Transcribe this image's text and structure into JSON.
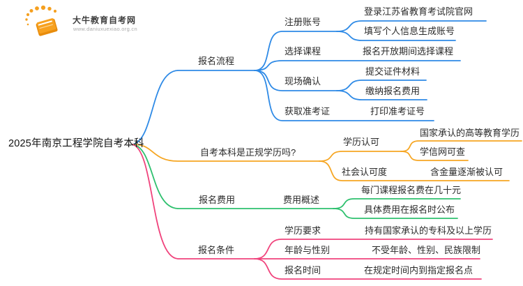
{
  "logo": {
    "title": "大牛教育自考网",
    "url": "www.daniuxuexiao.org.cn",
    "icon": "orange-book-icon",
    "brand_color": "#f5a020"
  },
  "root": {
    "label": "2025年南京工程学院自考本科"
  },
  "colors": {
    "branch1": "#2e8ae6",
    "branch2": "#f6a623",
    "branch3": "#2ec06e",
    "branch4": "#f0437c"
  },
  "branches": [
    {
      "label": "报名流程",
      "color": "#2e8ae6",
      "children": [
        {
          "label": "注册账号",
          "children": [
            {
              "label": "登录江苏省教育考试院官网"
            },
            {
              "label": "填写个人信息生成账号"
            }
          ]
        },
        {
          "label": "选择课程",
          "children": [
            {
              "label": "报名开放期间选择课程"
            }
          ]
        },
        {
          "label": "现场确认",
          "children": [
            {
              "label": "提交证件材料"
            },
            {
              "label": "缴纳报名费用"
            }
          ]
        },
        {
          "label": "获取准考证",
          "children": [
            {
              "label": "打印准考证号"
            }
          ]
        }
      ]
    },
    {
      "label": "自考本科是正规学历吗?",
      "color": "#f6a623",
      "children": [
        {
          "label": "学历认可",
          "children": [
            {
              "label": "国家承认的高等教育学历"
            },
            {
              "label": "学信网可查"
            }
          ]
        },
        {
          "label": "社会认可度",
          "children": [
            {
              "label": "含金量逐渐被认可"
            }
          ]
        }
      ]
    },
    {
      "label": "报名费用",
      "color": "#2ec06e",
      "children": [
        {
          "label": "费用概述",
          "children": [
            {
              "label": "每门课程报名费在几十元"
            },
            {
              "label": "具体费用在报名时公布"
            }
          ]
        }
      ]
    },
    {
      "label": "报名条件",
      "color": "#f0437c",
      "children": [
        {
          "label": "学历要求",
          "children": [
            {
              "label": "持有国家承认的专科及以上学历"
            }
          ]
        },
        {
          "label": "年龄与性别",
          "children": [
            {
              "label": "不受年龄、性别、民族限制"
            }
          ]
        },
        {
          "label": "报名时间",
          "children": [
            {
              "label": "在规定时间内到指定报名点"
            }
          ]
        }
      ]
    }
  ]
}
